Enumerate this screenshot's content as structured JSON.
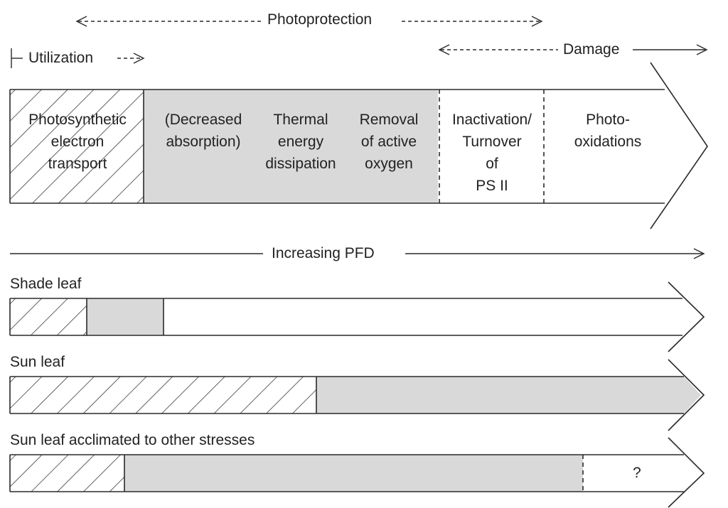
{
  "top_arrows": {
    "photoprotection": "Photoprotection",
    "utilization": "Utilization",
    "damage": "Damage",
    "increasing_pfd": "Increasing PFD"
  },
  "main_bar": {
    "cells": [
      {
        "label": "Photosynthetic\nelectron\ntransport",
        "fill": "hatch"
      },
      {
        "label": "(Decreased\nabsorption)",
        "fill": "gray"
      },
      {
        "label": "Thermal\nenergy\ndissipation",
        "fill": "gray"
      },
      {
        "label": "Removal\nof active\noxygen",
        "fill": "gray"
      },
      {
        "label": "Inactivation/\nTurnover\nof\nPS II",
        "fill": "white"
      },
      {
        "label": "Photo-\noxidations",
        "fill": "white"
      }
    ]
  },
  "rows": [
    {
      "label": "Shade leaf"
    },
    {
      "label": "Sun leaf"
    },
    {
      "label": "Sun leaf acclimated to other stresses",
      "end_label": "?"
    }
  ],
  "colors": {
    "stroke": "#2a2a2a",
    "shade": "#d9d9d9",
    "hatch": "#3a3a3a"
  }
}
